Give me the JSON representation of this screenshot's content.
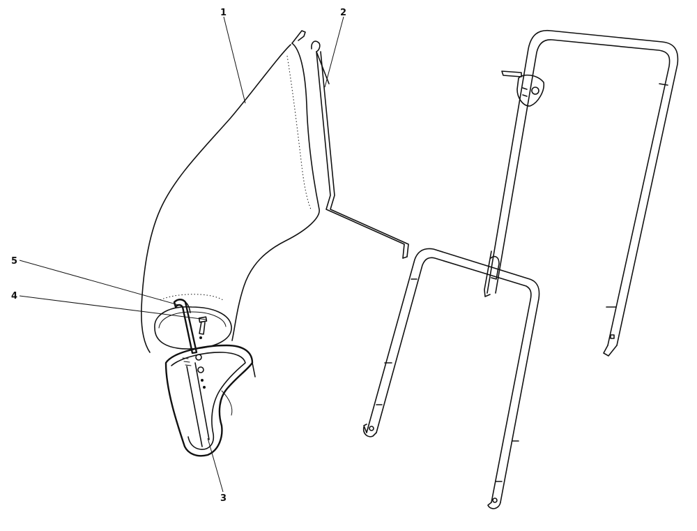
{
  "callouts": [
    {
      "id": "1",
      "label": "1"
    },
    {
      "id": "2",
      "label": "2"
    },
    {
      "id": "3",
      "label": "3"
    },
    {
      "id": "4",
      "label": "4"
    },
    {
      "id": "5",
      "label": "5"
    }
  ],
  "parts": [
    {
      "name": "grass-catcher-bag"
    },
    {
      "name": "bag-support-rod"
    },
    {
      "name": "discharge-adapter"
    },
    {
      "name": "bag-clamp-screw"
    },
    {
      "name": "bag-strap"
    },
    {
      "name": "upper-handle"
    },
    {
      "name": "lower-handle"
    }
  ],
  "colors": {
    "ink": "#111111",
    "background": "#ffffff"
  }
}
